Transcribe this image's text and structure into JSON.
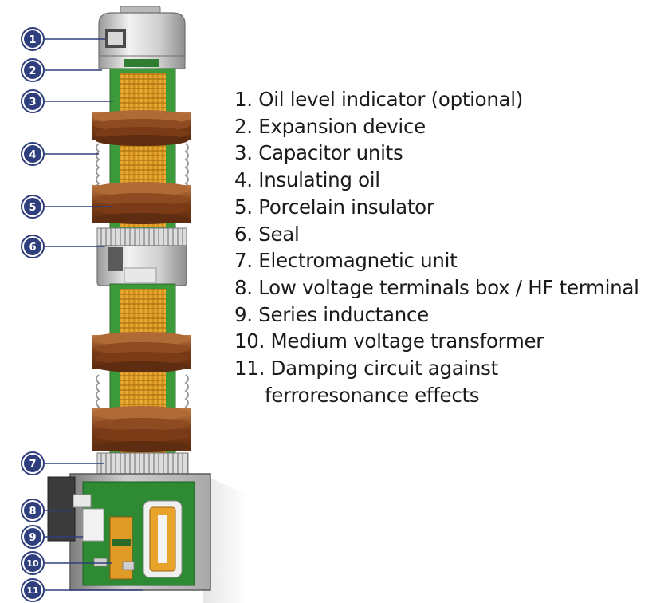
{
  "callouts": [
    "1",
    "2",
    "3",
    "4",
    "5",
    "6",
    "7",
    "8",
    "9",
    "10",
    "11"
  ],
  "legend": [
    {
      "text": "1. Oil level indicator (optional)"
    },
    {
      "text": "2. Expansion device"
    },
    {
      "text": "3. Capacitor units"
    },
    {
      "text": "4. Insulating oil"
    },
    {
      "text": "5. Porcelain insulator"
    },
    {
      "text": "6. Seal"
    },
    {
      "text": "7. Electromagnetic unit"
    },
    {
      "text": "8. Low voltage terminals box / HF terminal"
    },
    {
      "text": "9. Series inductance"
    },
    {
      "text": "10. Medium voltage transformer"
    },
    {
      "text": "11. Damping circuit against",
      "cont": "ferroresonance effects"
    }
  ],
  "colors": {
    "badge": "#2f3e7c",
    "capacitor": "#e8a32a",
    "oil_green": "#3c9a3a",
    "porcelain": "#8a4a22",
    "metal": "#d3d3d3",
    "tank": "#bcbcbc"
  }
}
